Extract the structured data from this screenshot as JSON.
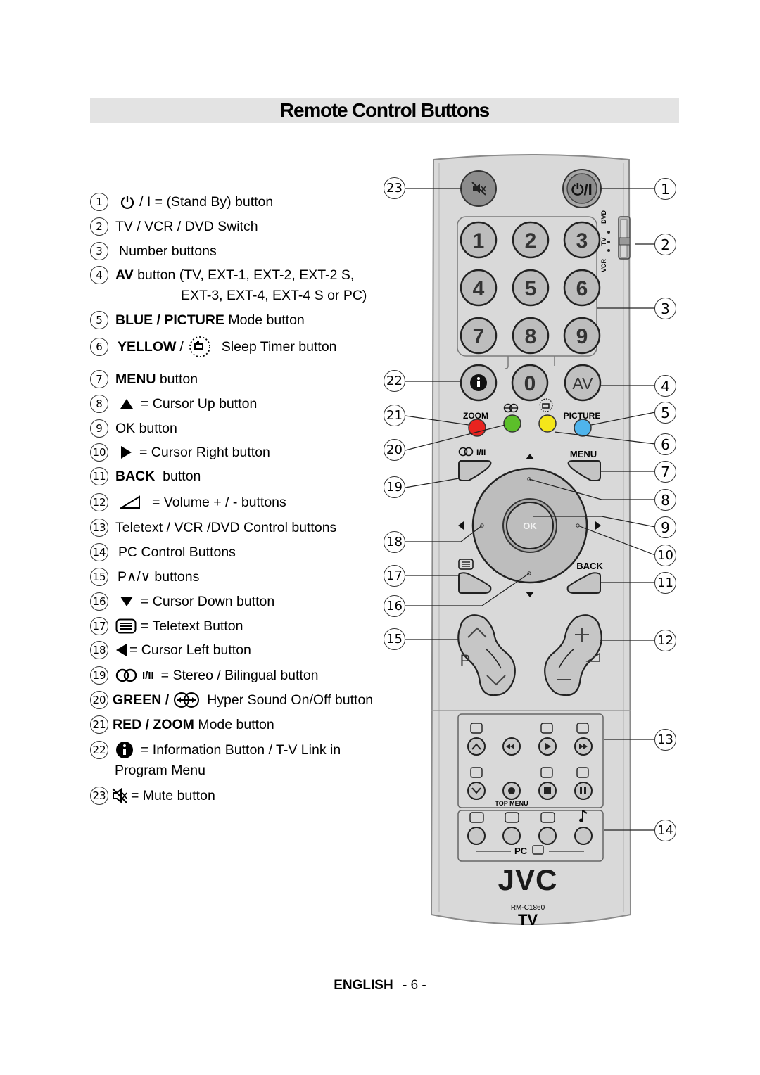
{
  "page_title": "Remote Control Buttons",
  "legend": [
    {
      "n": "1",
      "pre": "",
      "bold": "",
      "text": "/ I = (Stand By) button",
      "icon": "power-icon"
    },
    {
      "n": "2",
      "pre": "",
      "bold": "",
      "text": "TV / VCR / DVD Switch",
      "icon": ""
    },
    {
      "n": "3",
      "pre": "",
      "bold": "",
      "text": "Number  buttons",
      "icon": ""
    },
    {
      "n": "4",
      "pre": "",
      "bold": "AV",
      "text": " button (TV, EXT-1, EXT-2, EXT-2 S,",
      "icon": ""
    },
    {
      "n": "5",
      "pre": "",
      "bold": "BLUE / PICTURE",
      "text": " Mode button",
      "icon": ""
    },
    {
      "n": "6",
      "pre": "",
      "bold": "YELLOW",
      "text": "Sleep Timer button",
      "icon": "sleep-timer-icon"
    },
    {
      "n": "7",
      "pre": "",
      "bold": "MENU",
      "text": " button",
      "icon": ""
    },
    {
      "n": "8",
      "pre": "",
      "bold": "",
      "text": "= Cursor Up button",
      "icon": "triangle-up-icon"
    },
    {
      "n": "9",
      "pre": "",
      "bold": "",
      "text": "OK button",
      "icon": ""
    },
    {
      "n": "10",
      "pre": "",
      "bold": "",
      "text": "= Cursor Right button",
      "icon": "triangle-right-icon"
    },
    {
      "n": "11",
      "pre": "",
      "bold": "BACK",
      "text": "  button",
      "icon": ""
    },
    {
      "n": "12",
      "pre": "",
      "bold": "",
      "text": "= Volume + / - buttons",
      "icon": "volume-icon"
    },
    {
      "n": "13",
      "pre": "",
      "bold": "",
      "text": "Teletext / VCR /DVD Control buttons",
      "icon": ""
    },
    {
      "n": "14",
      "pre": "",
      "bold": "",
      "text": "PC Control Buttons",
      "icon": ""
    },
    {
      "n": "15",
      "pre": "",
      "bold": "",
      "text": "P∧/∨ buttons",
      "icon": ""
    },
    {
      "n": "16",
      "pre": "",
      "bold": "",
      "text": "= Cursor Down button",
      "icon": "triangle-down-icon"
    },
    {
      "n": "17",
      "pre": "",
      "bold": "",
      "text": "= Teletext Button",
      "icon": "teletext-icon"
    },
    {
      "n": "18",
      "pre": "",
      "bold": "",
      "text": "= Cursor Left button",
      "icon": "triangle-left-icon"
    },
    {
      "n": "19",
      "pre": "",
      "bold": "",
      "text": "= Stereo / Bilingual button",
      "icon": "stereo-icon"
    },
    {
      "n": "20",
      "pre": "",
      "bold": "GREEN /",
      "text": "Hyper Sound On/Off button",
      "icon": "hyper-sound-icon"
    },
    {
      "n": "21",
      "pre": "",
      "bold": "RED / ZOOM",
      "text": " Mode button",
      "icon": ""
    },
    {
      "n": "22",
      "pre": "",
      "bold": "",
      "text": "= Information Button / T-V Link in",
      "icon": "info-icon"
    },
    {
      "n": "23",
      "pre": "",
      "bold": "",
      "text": "= Mute button",
      "icon": "mute-icon"
    }
  ],
  "legend_cont_4": "EXT-3, EXT-4, EXT-4 S or PC)",
  "legend_cont_22": "Program Menu",
  "legend_slash_6": "/",
  "legend_stereo_text": "I/II",
  "remote": {
    "power_label": "⏻/I",
    "switch_labels": [
      "DVD",
      "TV",
      "VCR"
    ],
    "digits": [
      "1",
      "2",
      "3",
      "4",
      "5",
      "6",
      "7",
      "8",
      "9",
      "0"
    ],
    "av_label": "AV",
    "zoom_label": "ZOOM",
    "picture_label": "PICTURE",
    "menu_label": "MENU",
    "ok_label": "OK",
    "back_label": "BACK",
    "p_label": "P",
    "stereo_label": "I/II",
    "top_menu_label": "TOP MENU",
    "pc_label": "PC",
    "brand": "JVC",
    "model": "RM-C1860",
    "tv_label": "TV",
    "colors": {
      "red": "#e8231f",
      "green": "#5cbf2a",
      "yellow": "#f4e61a",
      "blue": "#4fb4ec",
      "body": "#dcdcdc"
    }
  },
  "callouts": [
    "1",
    "2",
    "3",
    "4",
    "5",
    "6",
    "7",
    "8",
    "9",
    "10",
    "11",
    "12",
    "13",
    "14",
    "15",
    "16",
    "17",
    "18",
    "19",
    "20",
    "21",
    "22",
    "23"
  ],
  "footer": {
    "language": "ENGLISH",
    "page": "- 6 -"
  }
}
